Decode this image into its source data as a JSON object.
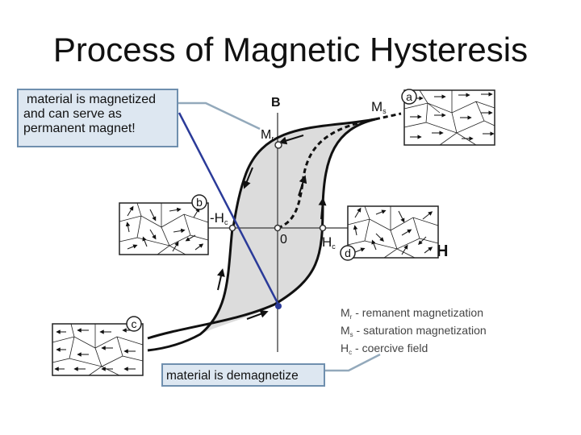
{
  "slide": {
    "title": "Process of Magnetic Hysteresis"
  },
  "callouts": {
    "magnetized": [
      "material is magnetized",
      "and can serve as",
      "permanent  magnet!"
    ],
    "demagnetized": "material is demagnetize"
  },
  "axes": {
    "b_label": "B",
    "h_label": "H",
    "origin_label": "0",
    "mr_label": "M",
    "mr_sub": "r",
    "ms_label": "M",
    "ms_sub": "s",
    "neg_hc_label": "-H",
    "neg_hc_sub": "c",
    "hc_label": "H",
    "hc_sub": "c"
  },
  "state_markers": {
    "a": "a",
    "b": "b",
    "c": "c",
    "d": "d"
  },
  "legend": [
    {
      "symbol": "M",
      "sub": "r",
      "text": " - remanent magnetization"
    },
    {
      "symbol": "M",
      "sub": "s",
      "text": " - saturation magnetization"
    },
    {
      "symbol": "H",
      "sub": "c",
      "text": " - coercive field"
    }
  ],
  "colors": {
    "loop_fill": "#dcdcdc",
    "callout_fill": "#dde7f1",
    "callout_border": "#6f8fae",
    "connector": "#93a9bb",
    "diagonal_line": "#2b3b99"
  }
}
